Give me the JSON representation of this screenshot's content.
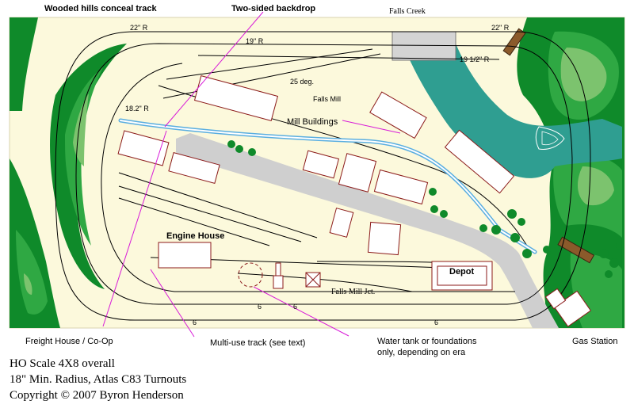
{
  "labels": {
    "wooded_hills": "Wooded hills conceal track",
    "backdrop": "Two-sided backdrop",
    "falls_creek": "Falls Creek",
    "falls_mill": "Falls Mill",
    "mill_buildings": "Mill Buildings",
    "engine_house": "Engine House",
    "depot": "Depot",
    "falls_mill_jct": "Falls Mill Jct.",
    "freight_house": "Freight House / Co-Op",
    "multi_use": "Multi-use track (see text)",
    "water_tank_1": "Water tank or foundations",
    "water_tank_2": "only, depending on era",
    "gas_station": "Gas Station"
  },
  "dimensions": {
    "r22_left": "22\" R",
    "r22_right": "22\" R",
    "r19": "19\" R",
    "r19_5": "19 1/2\" R",
    "r18_2": "18.2\" R",
    "deg25": "25 deg.",
    "six_a": "6",
    "six_b": "6",
    "six_c": "6",
    "six_d": "6"
  },
  "footer": {
    "line1": "HO Scale 4X8 overall",
    "line2": "18\" Min. Radius, Atlas C83 Turnouts",
    "line3": "Copyright © 2007 Byron Henderson"
  },
  "colors": {
    "board": "#fcf9dc",
    "hill_dark": "#0f8a2a",
    "hill_mid": "#2fa843",
    "hill_light": "#7cc36e",
    "water": "#2f9e91",
    "road": "#cfcfcf",
    "building_outline": "#8b1a1a",
    "leader": "#d81bd8",
    "backdrop": "#5aaee0"
  }
}
